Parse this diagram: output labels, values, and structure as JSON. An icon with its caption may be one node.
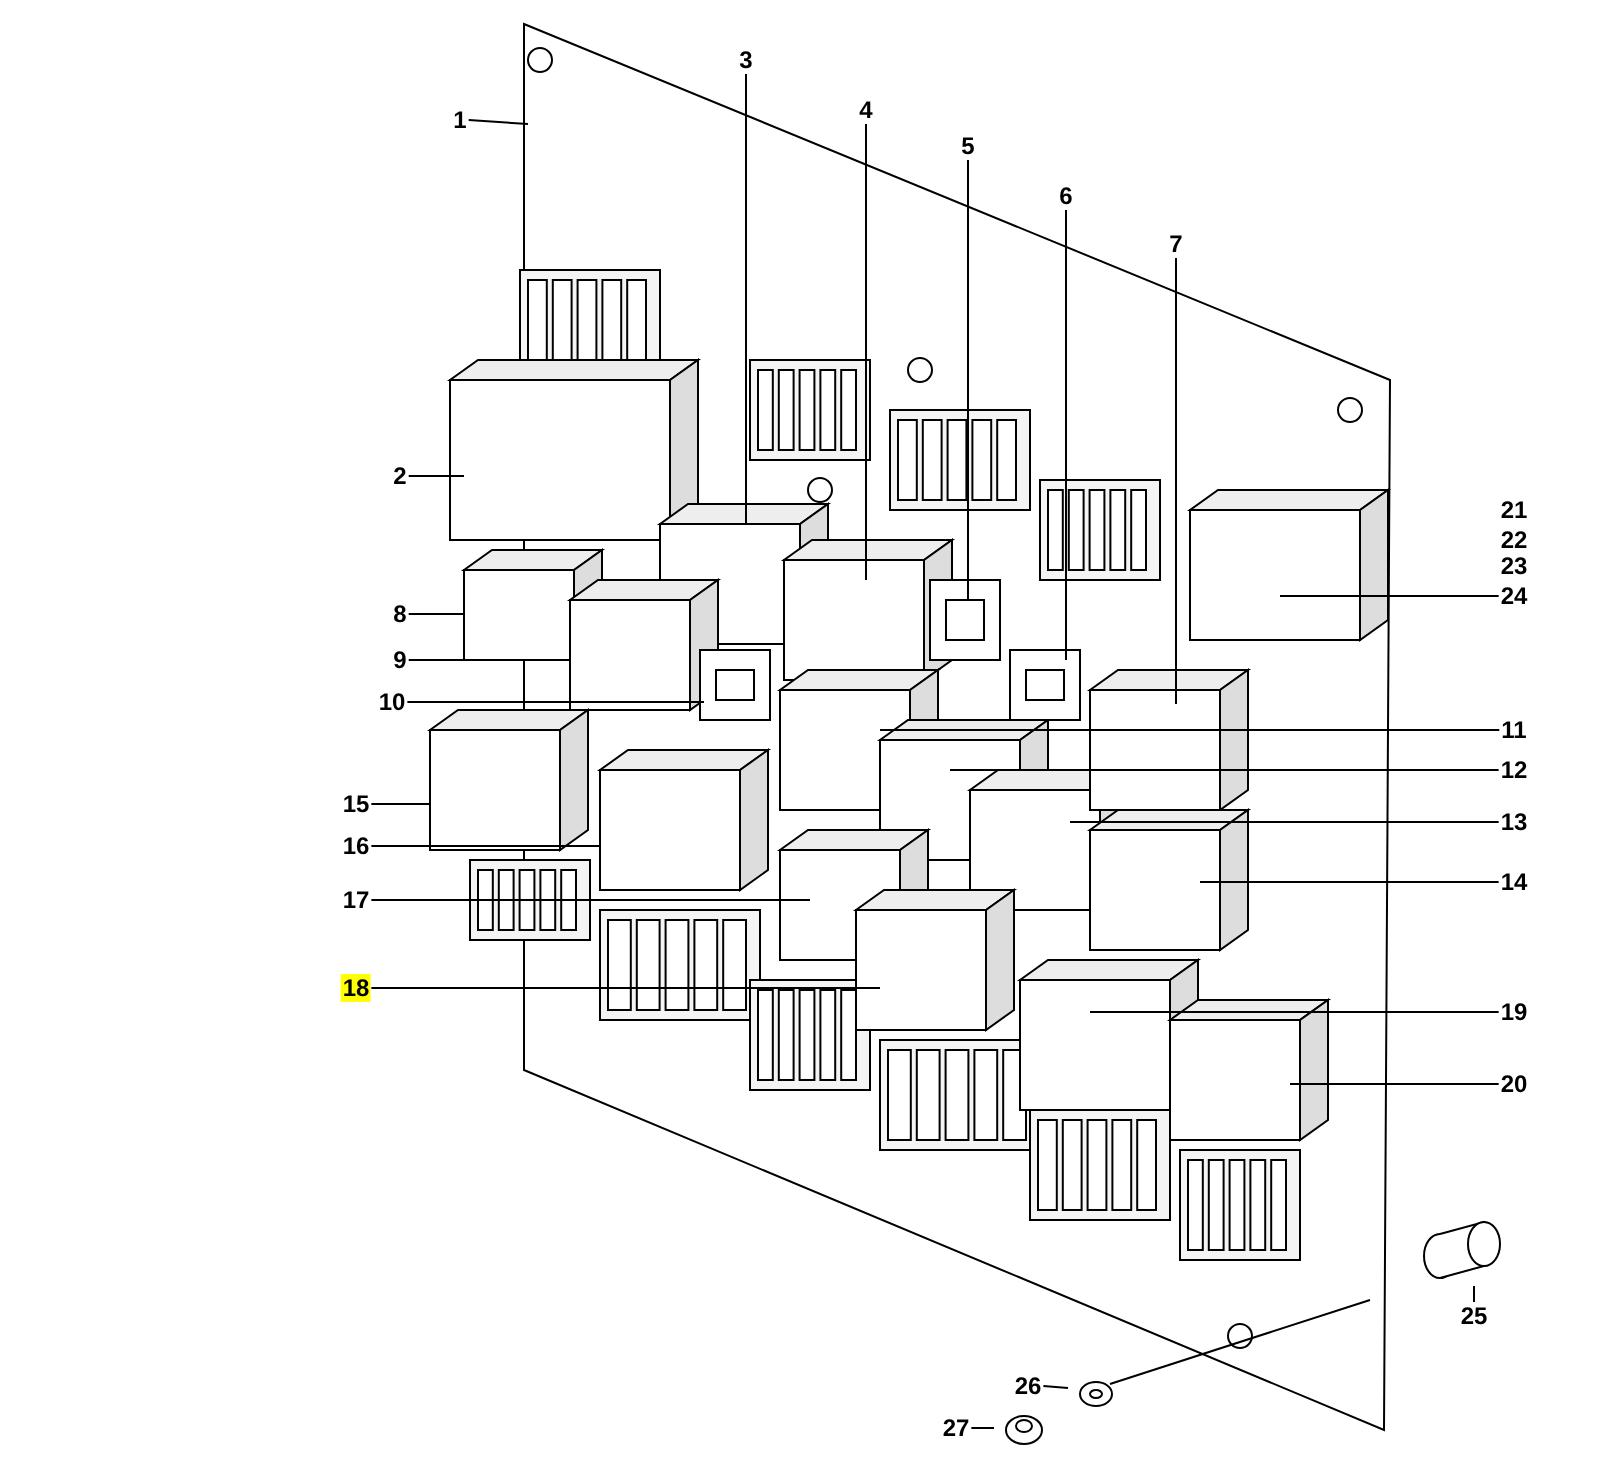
{
  "diagram": {
    "nodes": [
      {
        "text": [
          "1"
        ]
      },
      {
        "text": [
          "2"
        ]
      },
      {
        "text": [
          "3"
        ]
      },
      {
        "text": [
          "4"
        ]
      },
      {
        "text": [
          "5"
        ]
      },
      {
        "text": [
          "6"
        ]
      },
      {
        "text": [
          "7"
        ]
      },
      {
        "text": [
          "8"
        ]
      },
      {
        "text": [
          "9"
        ]
      },
      {
        "text": [
          "10"
        ]
      },
      {
        "text": [
          "11"
        ]
      },
      {
        "text": [
          "12"
        ]
      },
      {
        "text": [
          "13"
        ]
      },
      {
        "text": [
          "14"
        ]
      },
      {
        "text": [
          "15"
        ]
      },
      {
        "text": [
          "16"
        ]
      },
      {
        "text": [
          "17"
        ]
      },
      {
        "text": [
          "18"
        ]
      },
      {
        "text": [
          "19"
        ]
      },
      {
        "text": [
          "20"
        ]
      },
      {
        "text": [
          "24"
        ]
      },
      {
        "text": [
          "25"
        ]
      },
      {
        "text": [
          "26"
        ]
      },
      {
        "text": [
          "27"
        ]
      }
    ],
    "edges": [
      {
        "from": 0,
        "to": null,
        "arrow": "none"
      },
      {
        "from": 1,
        "to": null,
        "arrow": "none"
      },
      {
        "from": 2,
        "to": null,
        "arrow": "none"
      },
      {
        "from": 3,
        "to": null,
        "arrow": "none"
      },
      {
        "from": 4,
        "to": null,
        "arrow": "none"
      },
      {
        "from": 5,
        "to": null,
        "arrow": "none"
      },
      {
        "from": 6,
        "to": null,
        "arrow": "none"
      },
      {
        "from": 7,
        "to": null,
        "arrow": "none"
      },
      {
        "from": 8,
        "to": null,
        "arrow": "none"
      },
      {
        "from": 9,
        "to": null,
        "arrow": "none"
      },
      {
        "from": 10,
        "to": null,
        "arrow": "none"
      },
      {
        "from": 11,
        "to": null,
        "arrow": "none"
      },
      {
        "from": 12,
        "to": null,
        "arrow": "none"
      },
      {
        "from": 13,
        "to": null,
        "arrow": "none"
      },
      {
        "from": 14,
        "to": null,
        "arrow": "none"
      },
      {
        "from": 15,
        "to": null,
        "arrow": "none"
      },
      {
        "from": 16,
        "to": null,
        "arrow": "none"
      },
      {
        "from": 17,
        "to": null,
        "arrow": "none"
      },
      {
        "from": 18,
        "to": null,
        "arrow": "none"
      },
      {
        "from": 19,
        "to": null,
        "arrow": "none"
      },
      {
        "from": 20,
        "to": null,
        "arrow": "none"
      },
      {
        "from": 21,
        "to": null,
        "arrow": "none"
      },
      {
        "from": 22,
        "to": null,
        "arrow": "none"
      },
      {
        "from": 23,
        "to": null,
        "arrow": "none"
      }
    ],
    "labels": [
      "21",
      "22",
      "23"
    ]
  }
}
